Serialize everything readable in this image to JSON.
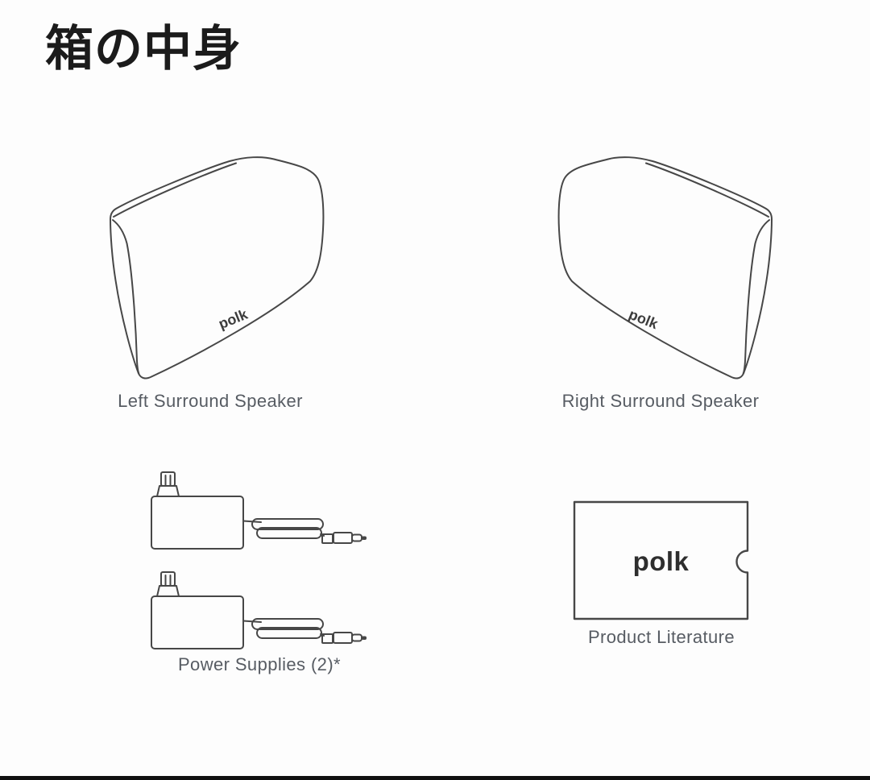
{
  "title": "箱の中身",
  "figures": {
    "left_speaker": {
      "label": "Left Surround Speaker",
      "logo": "polk"
    },
    "right_speaker": {
      "label": "Right Surround Speaker",
      "logo": "polk"
    },
    "power_supplies": {
      "label": "Power Supplies (2)*",
      "quantity": "2"
    },
    "product_literature": {
      "label": "Product Literature",
      "logo": "polk"
    }
  },
  "colors": {
    "line": "#474747",
    "caption_text": "#575c63",
    "title_text": "#1b1b1b",
    "footer_bar": "#101010",
    "background": "#fdfdfd"
  }
}
